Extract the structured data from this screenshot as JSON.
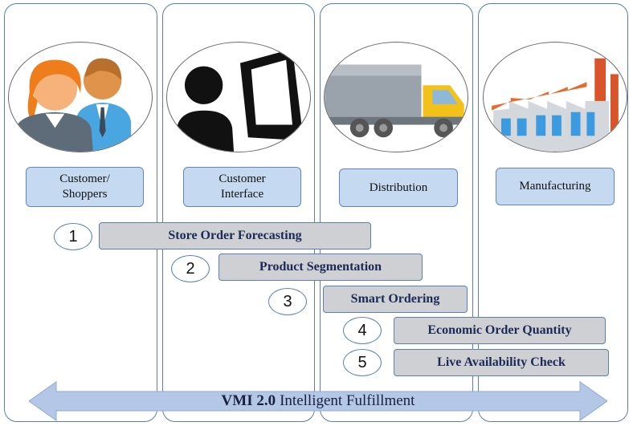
{
  "columns": [
    {
      "label": "Customer/\nShoppers",
      "icon": "customer-shoppers-icon"
    },
    {
      "label": "Customer\nInterface",
      "icon": "customer-interface-icon"
    },
    {
      "label": "Distribution",
      "icon": "truck-icon"
    },
    {
      "label": "Manufacturing",
      "icon": "factory-icon"
    }
  ],
  "steps": [
    {
      "number": "1",
      "label": "Store Order Forecasting"
    },
    {
      "number": "2",
      "label": "Product Segmentation"
    },
    {
      "number": "3",
      "label": "Smart Ordering"
    },
    {
      "number": "4",
      "label": "Economic Order Quantity"
    },
    {
      "number": "5",
      "label": "Live Availability Check"
    }
  ],
  "banner": {
    "bold": "VMI 2.0",
    "text": "Intelligent Fulfillment"
  },
  "colors": {
    "column_border": "#5a7db8",
    "label_fill": "#c5daf0",
    "step_fill": "#cfd0d3",
    "step_text": "#1a2a55",
    "arrow_fill": "#b4c7e6"
  }
}
